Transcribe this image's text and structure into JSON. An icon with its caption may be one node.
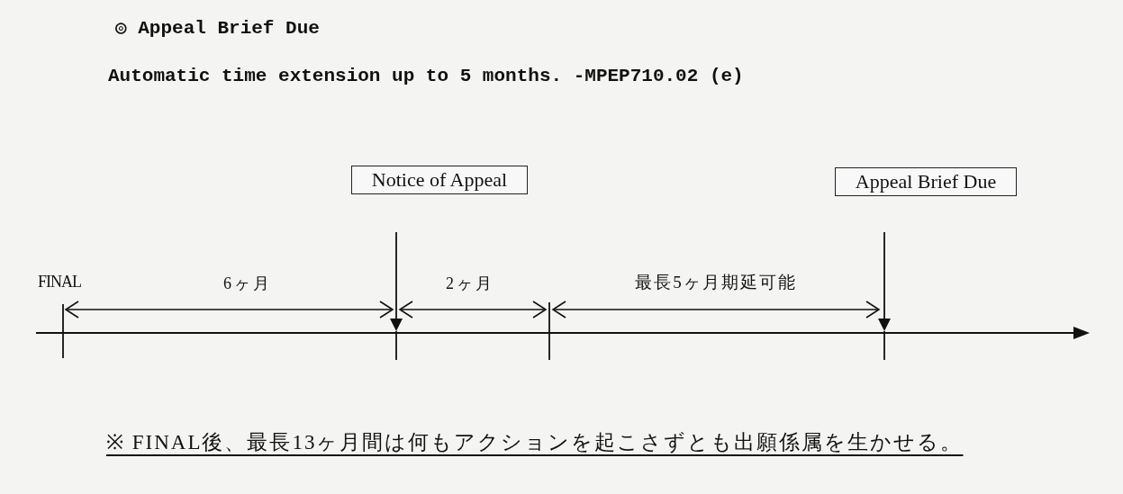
{
  "diagram": {
    "title": "◎ Appeal Brief Due",
    "nodes": [
      {
        "text": [
          "Notice of Appeal"
        ]
      },
      {
        "text": [
          "Appeal Brief Due"
        ]
      }
    ],
    "edges": [],
    "labels": [
      "Automatic time extension up to 5 months. -MPEP710.02 (e)",
      "FINAL",
      "6ヶ月",
      "2ヶ月",
      "最長5ヶ月期延可能",
      "※ FINAL後、最長13ヶ月間は何もアクションを起こさずとも出願係属を生かせる。"
    ]
  }
}
